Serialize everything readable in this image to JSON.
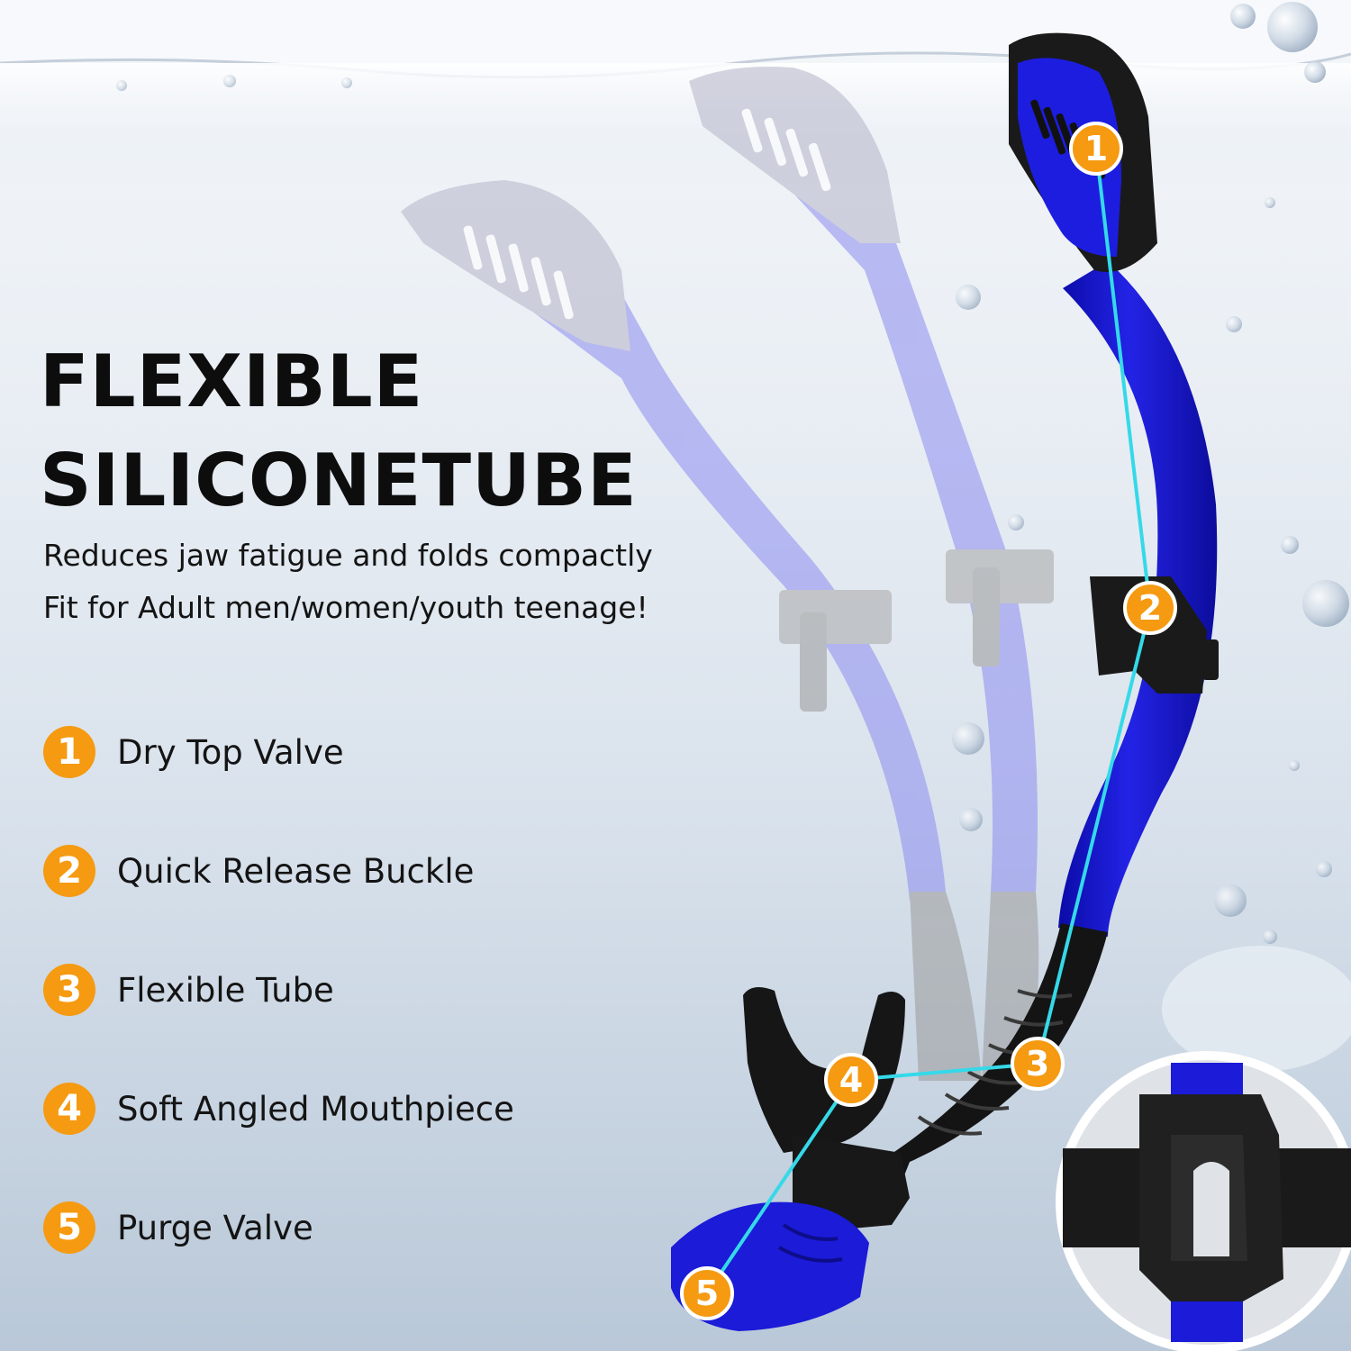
{
  "headline": {
    "line1": "FLEXIBLE",
    "line2": "SILICONETUBE"
  },
  "subtitle": {
    "line1": "Reduces jaw fatigue and folds compactly",
    "line2": "Fit for Adult men/women/youth teenage!"
  },
  "features": [
    {
      "number": "1",
      "label": "Dry Top Valve"
    },
    {
      "number": "2",
      "label": "Quick Release Buckle"
    },
    {
      "number": "3",
      "label": "Flexible Tube"
    },
    {
      "number": "4",
      "label": "Soft Angled Mouthpiece"
    },
    {
      "number": "5",
      "label": "Purge Valve"
    }
  ],
  "callouts": {
    "c1": "1",
    "c2": "2",
    "c3": "3",
    "c4": "4",
    "c5": "5"
  },
  "colors": {
    "badge": "#f59a11",
    "tube_blue": "#1717d6",
    "ghost_blue": "#8c8cf0",
    "connector_line": "#35d9e8",
    "text": "#141414"
  }
}
